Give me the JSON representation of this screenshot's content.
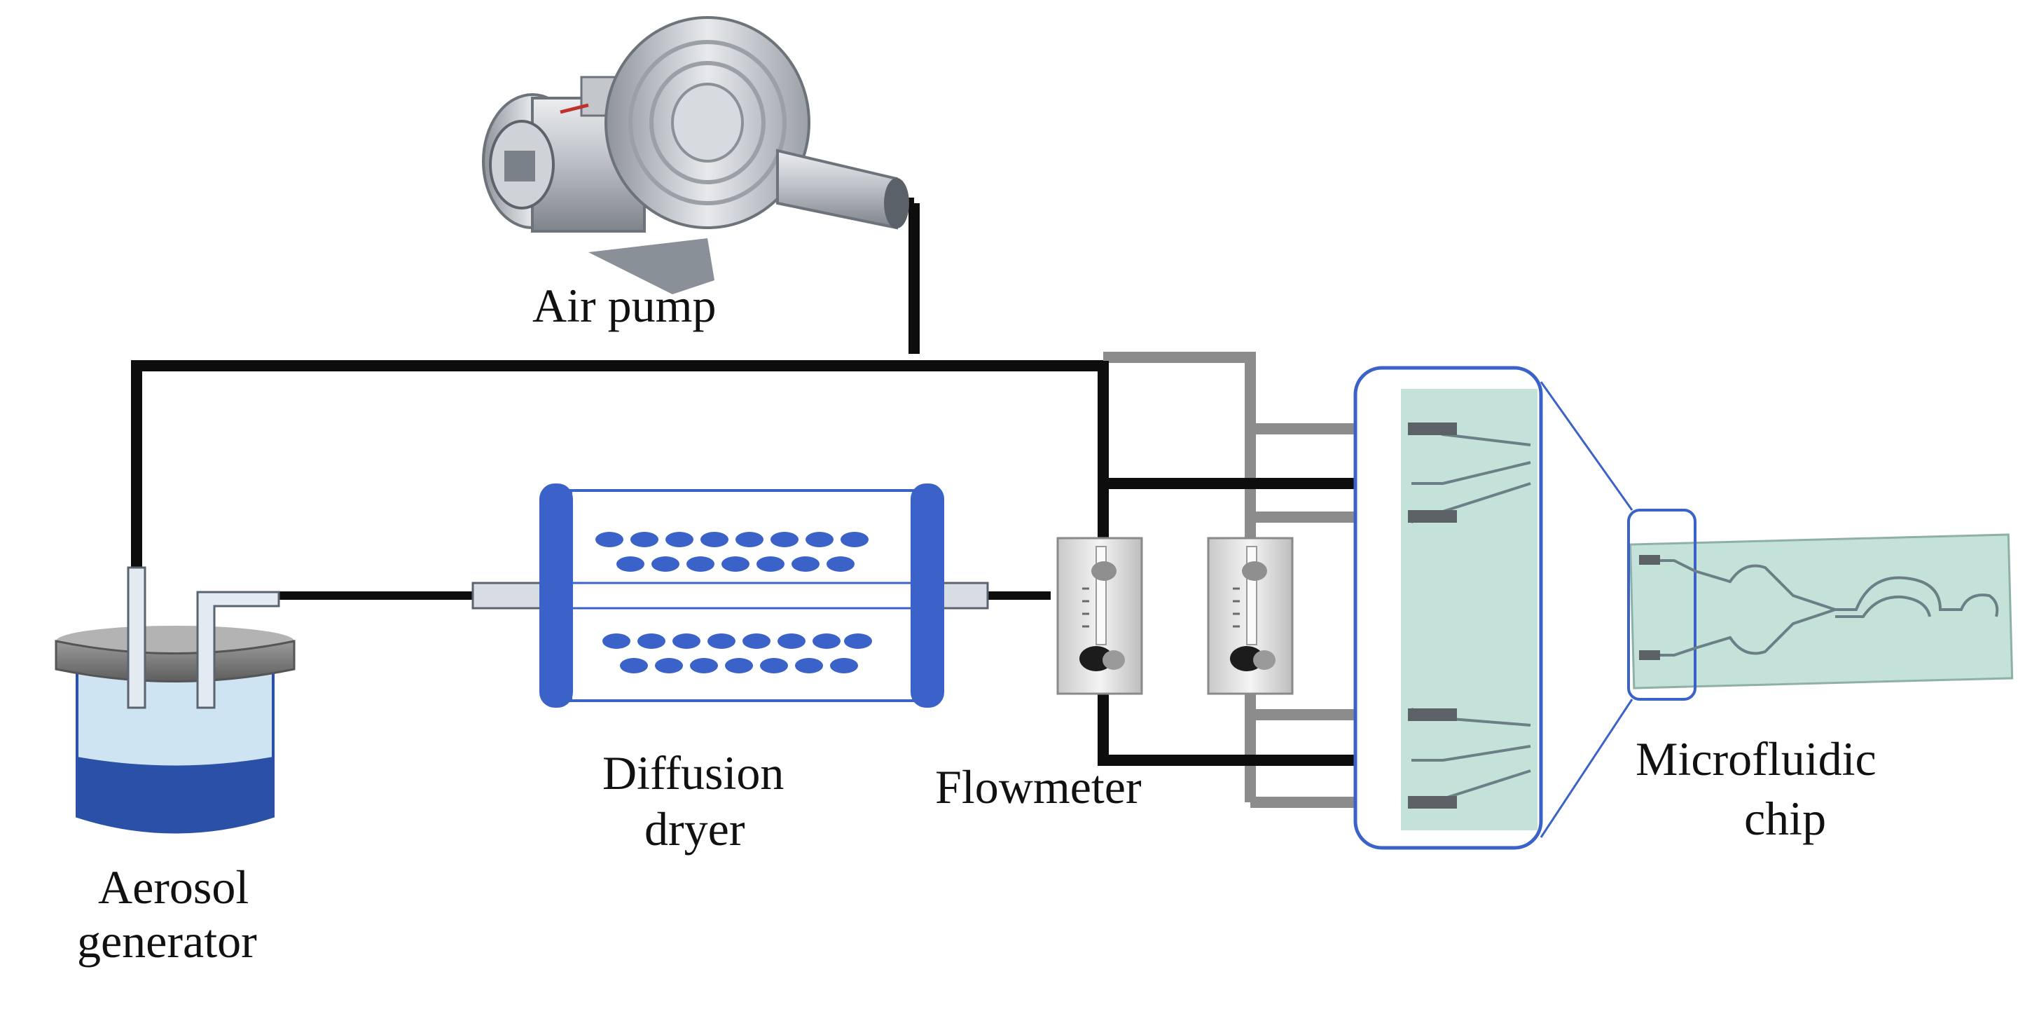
{
  "labels": {
    "air_pump": "Air pump",
    "aerosol_generator_line1": "Aerosol",
    "aerosol_generator_line2": "generator",
    "diffusion_dryer_line1": "Diffusion",
    "diffusion_dryer_line2": "dryer",
    "flowmeter": "Flowmeter",
    "microfluidic_chip_line1": "Microfluidic",
    "microfluidic_chip_line2": "chip"
  },
  "colors": {
    "tube_black": "#0d0d0d",
    "tube_gray": "#8c8c8c",
    "accent_blue": "#3a62c8",
    "chip_fill": "#c4e2da",
    "liquid_blue": "#2b50a8",
    "metal_gray": "#b8bcc2"
  },
  "icons": [
    "air-pump-icon",
    "aerosol-generator-icon",
    "diffusion-dryer-icon",
    "flowmeter-icon",
    "microfluidic-chip-icon"
  ]
}
